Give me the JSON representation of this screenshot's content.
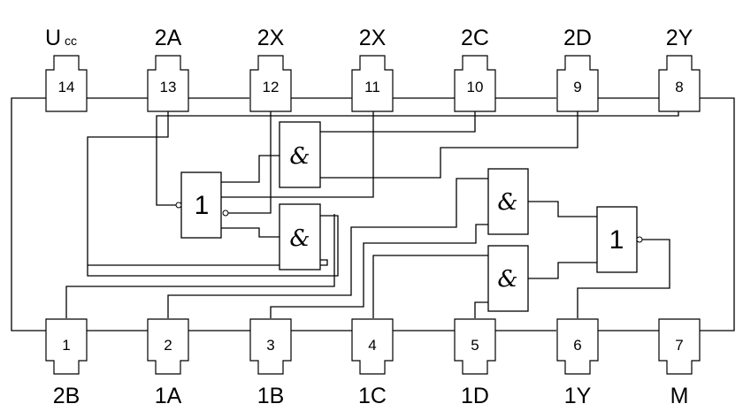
{
  "diagram": {
    "type": "logic-ic-pinout",
    "top_pins": [
      {
        "number": "14",
        "label": "U",
        "label_sub": "cc"
      },
      {
        "number": "13",
        "label": "2A",
        "label_sub": ""
      },
      {
        "number": "12",
        "label": "2X",
        "label_sub": ""
      },
      {
        "number": "11",
        "label": "2X",
        "label_sub": ""
      },
      {
        "number": "10",
        "label": "2C",
        "label_sub": ""
      },
      {
        "number": "9",
        "label": "2D",
        "label_sub": ""
      },
      {
        "number": "8",
        "label": "2Y",
        "label_sub": ""
      }
    ],
    "bottom_pins": [
      {
        "number": "1",
        "label": "2B"
      },
      {
        "number": "2",
        "label": "1A"
      },
      {
        "number": "3",
        "label": "1B"
      },
      {
        "number": "4",
        "label": "1C"
      },
      {
        "number": "5",
        "label": "1D"
      },
      {
        "number": "6",
        "label": "1Y"
      },
      {
        "number": "7",
        "label": "M"
      }
    ],
    "gates": [
      {
        "id": "and-2a",
        "symbol": "&"
      },
      {
        "id": "and-2b",
        "symbol": "&"
      },
      {
        "id": "or-2",
        "symbol": "1"
      },
      {
        "id": "and-1a",
        "symbol": "&"
      },
      {
        "id": "and-1b",
        "symbol": "&"
      },
      {
        "id": "nor-1",
        "symbol": "1"
      }
    ]
  }
}
